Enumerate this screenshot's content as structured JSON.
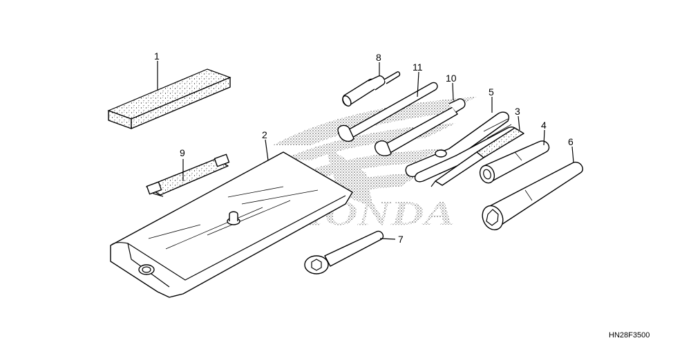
{
  "diagram": {
    "code": "HN28F3500",
    "logo_text": "HONDA",
    "callouts": [
      {
        "id": "c1",
        "label": "1",
        "part": "felt-pad"
      },
      {
        "id": "c2",
        "label": "2",
        "part": "tool-bag"
      },
      {
        "id": "c3",
        "label": "3",
        "part": "screwdriver"
      },
      {
        "id": "c4",
        "label": "4",
        "part": "socket-wrench"
      },
      {
        "id": "c5",
        "label": "5",
        "part": "pliers"
      },
      {
        "id": "c6",
        "label": "6",
        "part": "box-wrench"
      },
      {
        "id": "c7",
        "label": "7",
        "part": "hex-wrench"
      },
      {
        "id": "c8",
        "label": "8",
        "part": "handle-grip"
      },
      {
        "id": "c9",
        "label": "9",
        "part": "rubber-band"
      },
      {
        "id": "c10",
        "label": "10",
        "part": "open-end-wrench-short"
      },
      {
        "id": "c11",
        "label": "11",
        "part": "open-end-wrench-long"
      }
    ]
  }
}
